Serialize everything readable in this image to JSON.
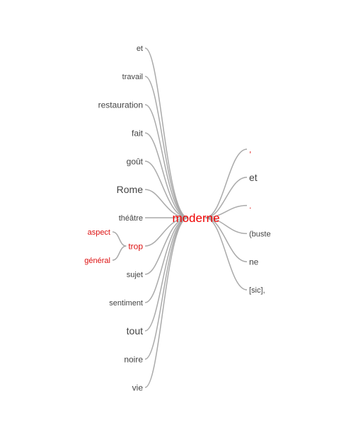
{
  "root": {
    "label": "moderne",
    "color": "#ee0000"
  },
  "colors": {
    "normal": "#444444",
    "highlight": "#dd1111",
    "link": "#aaaaaa"
  },
  "left_branches": [
    {
      "label": "et",
      "highlight": false
    },
    {
      "label": "travail",
      "highlight": false
    },
    {
      "label": "restauration",
      "highlight": false
    },
    {
      "label": "fait",
      "highlight": false
    },
    {
      "label": "goût",
      "highlight": false
    },
    {
      "label": "Rome",
      "highlight": false
    },
    {
      "label": "théâtre",
      "highlight": false
    },
    {
      "label": "trop",
      "highlight": true,
      "children": [
        {
          "label": "aspect",
          "highlight": true
        },
        {
          "label": "général",
          "highlight": true
        }
      ]
    },
    {
      "label": "sujet",
      "highlight": false
    },
    {
      "label": "sentiment",
      "highlight": false
    },
    {
      "label": "tout",
      "highlight": false
    },
    {
      "label": "noire",
      "highlight": false
    },
    {
      "label": "vie",
      "highlight": false
    }
  ],
  "right_branches": [
    {
      "label": ",",
      "highlight": true
    },
    {
      "label": "et",
      "highlight": false
    },
    {
      "label": ".",
      "highlight": true
    },
    {
      "label": "(buste",
      "highlight": false
    },
    {
      "label": "ne",
      "highlight": false
    },
    {
      "label": "[sic],",
      "highlight": false
    }
  ]
}
